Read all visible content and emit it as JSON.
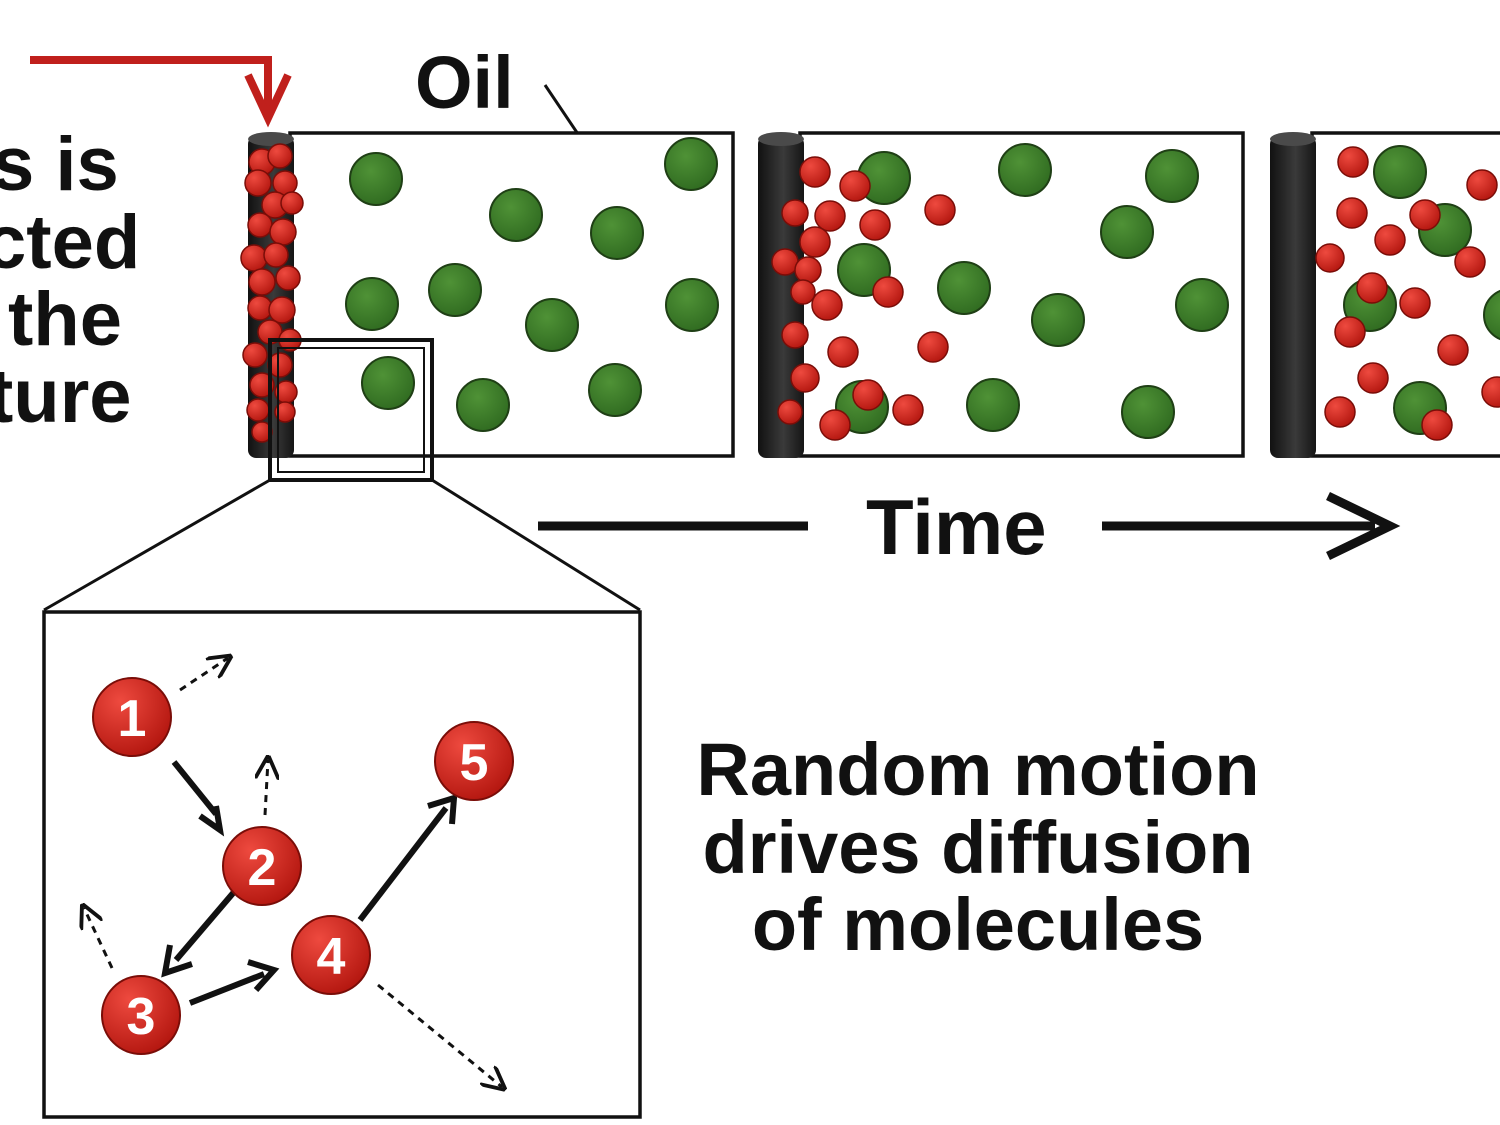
{
  "labels": {
    "left_line_1": "s is",
    "left_line_2": "cted",
    "left_line_3": "the",
    "left_line_4": "ture",
    "oil": "Oil",
    "time": "Time",
    "caption_line_1": "Random motion",
    "caption_line_2": "drives diffusion",
    "caption_line_3": "of molecules"
  },
  "molecules": [
    "1",
    "2",
    "3",
    "4",
    "5"
  ],
  "colors": {
    "oil_droplet": "#3f7d2a",
    "molecule": "#cc1f1a",
    "injection_arrow": "#c0201c",
    "rod": "#262626",
    "outline": "#111111"
  }
}
